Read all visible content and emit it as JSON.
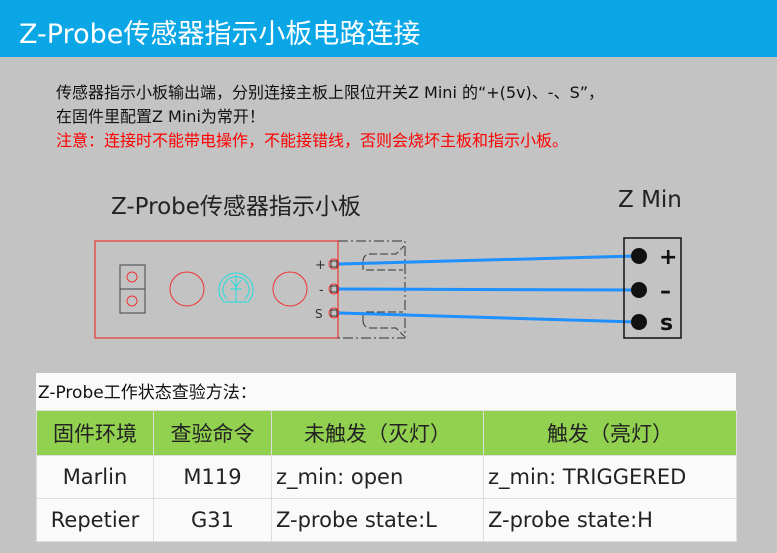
{
  "title": "Z-Probe传感器指示小板电路连接",
  "instructions": {
    "line1": "传感器指示小板输出端，分别连接主板上限位开关Z Mini 的“+(5v)、-、S”，",
    "line2": "在固件里配置Z Mini为常开！",
    "warning": "注意：连接时不能带电操作，不能接错线，否则会烧坏主板和指示小板。"
  },
  "diagram": {
    "board_label": "Z-Probe传感器指示小板",
    "zmin_label": "Z Min",
    "board_pins": [
      "+",
      "-",
      "S"
    ],
    "zmin_pins": [
      "+",
      "–",
      "s"
    ],
    "wire_color": "#1e90ff"
  },
  "table": {
    "caption": "Z-Probe工作状态查验方法：",
    "headers": [
      "固件环境",
      "查验命令",
      "未触发（灭灯）",
      "触发（亮灯）"
    ],
    "rows": [
      [
        "Marlin",
        "M119",
        "z_min: open",
        "z_min: TRIGGERED"
      ],
      [
        "Repetier",
        "G31",
        "Z-probe state:L",
        "Z-probe state:H"
      ]
    ]
  }
}
